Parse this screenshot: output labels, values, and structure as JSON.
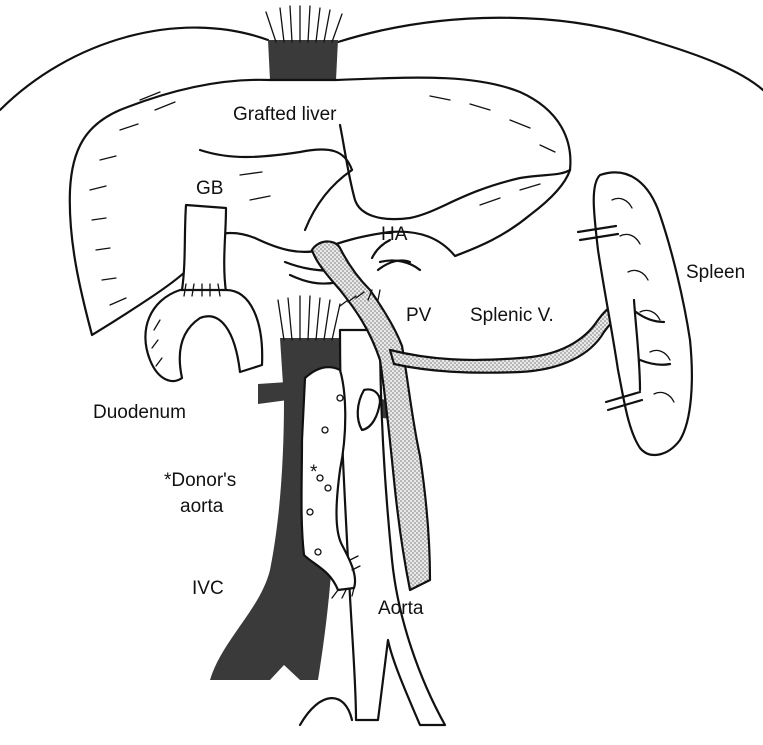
{
  "labels": {
    "grafted_liver": "Grafted liver",
    "gb": "GB",
    "ha": "HA",
    "spleen": "Spleen",
    "pv": "PV",
    "splenic_v": "Splenic V.",
    "duodenum": "Duodenum",
    "donors_aorta_line1": "*Donor's",
    "donors_aorta_line2": "aorta",
    "ivc": "IVC",
    "aorta": "Aorta"
  },
  "colors": {
    "ink": "#111111",
    "ivc_fill": "#3a3a3a",
    "vein_stipple": "#9a9a9a"
  }
}
